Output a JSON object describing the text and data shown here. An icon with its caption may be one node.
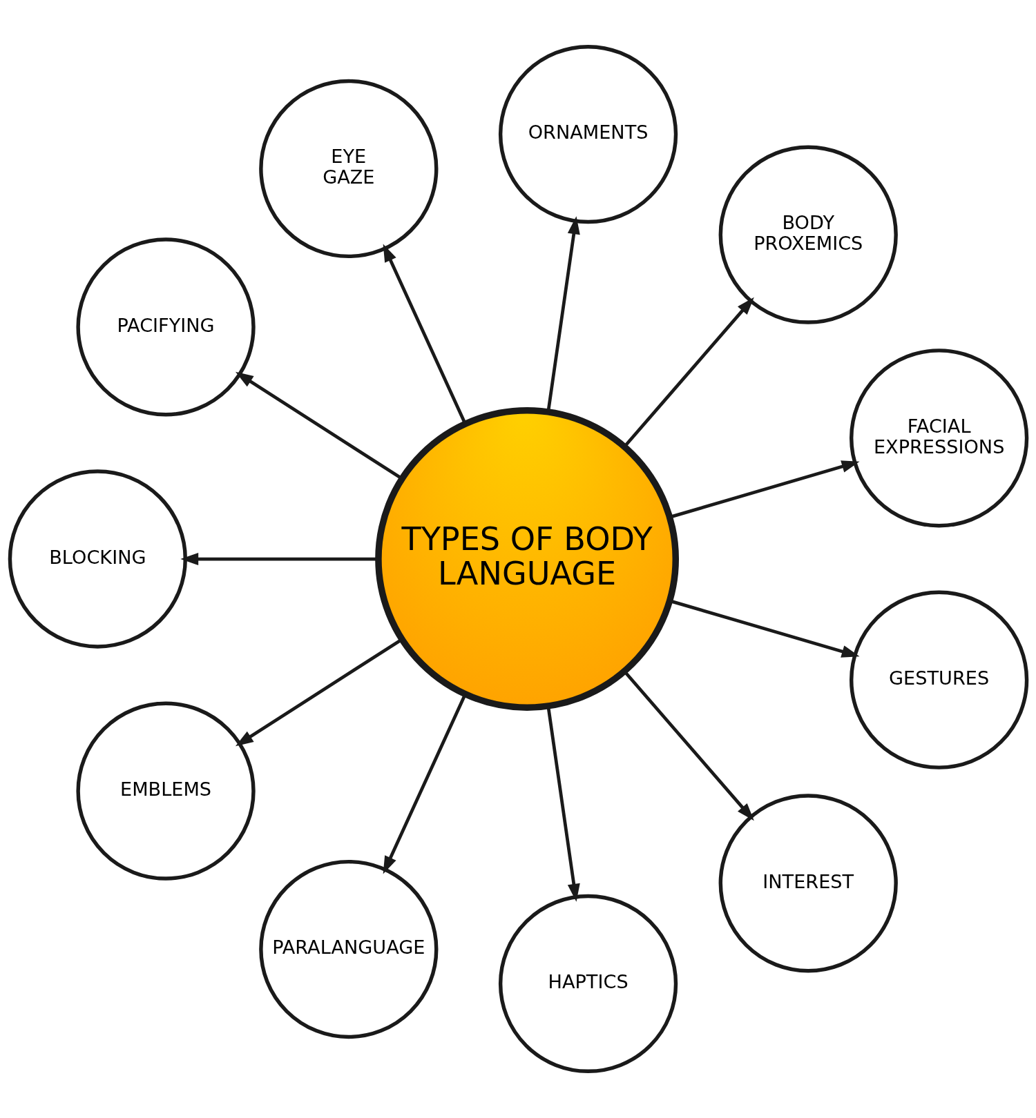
{
  "diagram": {
    "nodes": [
      {
        "text": [
          "TYPES OF BODY LANGUAGE"
        ]
      },
      {
        "text": [
          "FACIAL EXPRESSIONS"
        ]
      },
      {
        "text": [
          "BODY PROXEMICS"
        ]
      },
      {
        "text": [
          "ORNAMENTS"
        ]
      },
      {
        "text": [
          "EYE GAZE"
        ]
      },
      {
        "text": [
          "PACIFYING"
        ]
      },
      {
        "text": [
          "BLOCKING"
        ]
      },
      {
        "text": [
          "EMBLEMS"
        ]
      },
      {
        "text": [
          "PARALANGUAGE"
        ]
      },
      {
        "text": [
          "HAPTICS"
        ]
      },
      {
        "text": [
          "INTEREST"
        ]
      },
      {
        "text": [
          "GESTURES"
        ]
      }
    ],
    "edges": [
      {
        "from": 0,
        "to": 1,
        "arrow": "to"
      },
      {
        "from": 0,
        "to": 2,
        "arrow": "to"
      },
      {
        "from": 0,
        "to": 3,
        "arrow": "to"
      },
      {
        "from": 0,
        "to": 4,
        "arrow": "to"
      },
      {
        "from": 0,
        "to": 5,
        "arrow": "to"
      },
      {
        "from": 0,
        "to": 6,
        "arrow": "to"
      },
      {
        "from": 0,
        "to": 7,
        "arrow": "to"
      },
      {
        "from": 0,
        "to": 8,
        "arrow": "to"
      },
      {
        "from": 0,
        "to": 9,
        "arrow": "to"
      },
      {
        "from": 0,
        "to": 10,
        "arrow": "to"
      },
      {
        "from": 0,
        "to": 11,
        "arrow": "to"
      }
    ]
  }
}
